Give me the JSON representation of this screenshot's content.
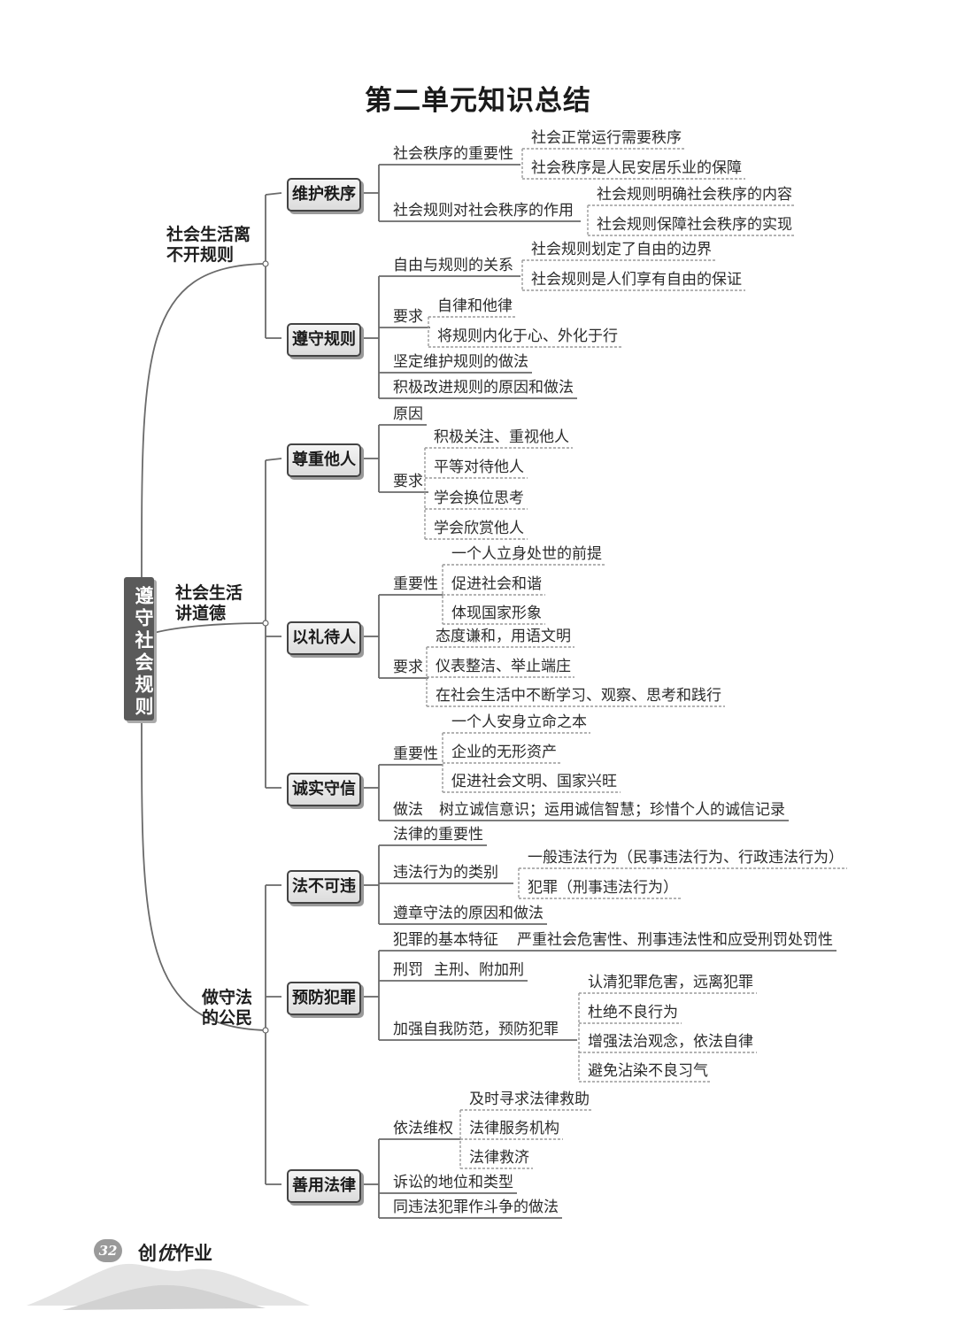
{
  "title": "第二单元知识总结",
  "root": "遵守社会规则",
  "sections": {
    "s1": "社会生活离\n不开规则",
    "s2": "社会生活\n讲道德",
    "s3": "做守法\n的公民"
  },
  "topics": {
    "t1": "维护秩序",
    "t2": "遵守规则",
    "t3": "尊重他人",
    "t4": "以礼待人",
    "t5": "诚实守信",
    "t6": "法不可违",
    "t7": "预防犯罪",
    "t8": "善用法律"
  },
  "labels": {
    "t1a": "社会秩序的重要性",
    "t1a1": "社会正常运行需要秩序",
    "t1a2": "社会秩序是人民安居乐业的保障",
    "t1b": "社会规则对社会秩序的作用",
    "t1b1": "社会规则明确社会秩序的内容",
    "t1b2": "社会规则保障社会秩序的实现",
    "t2a": "自由与规则的关系",
    "t2a1": "社会规则划定了自由的边界",
    "t2a2": "社会规则是人们享有自由的保证",
    "t2b": "要求",
    "t2b1": "自律和他律",
    "t2b2": "将规则内化于心、外化于行",
    "t2c": "坚定维护规则的做法",
    "t2d": "积极改进规则的原因和做法",
    "t3a": "原因",
    "t3b": "要求",
    "t3b1": "积极关注、重视他人",
    "t3b2": "平等对待他人",
    "t3b3": "学会换位思考",
    "t3b4": "学会欣赏他人",
    "t4a": "重要性",
    "t4a1": "一个人立身处世的前提",
    "t4a2": "促进社会和谐",
    "t4a3": "体现国家形象",
    "t4b": "要求",
    "t4b1": "态度谦和，用语文明",
    "t4b2": "仪表整洁、举止端庄",
    "t4b3": "在社会生活中不断学习、观察、思考和践行",
    "t5a": "重要性",
    "t5a1": "一个人安身立命之本",
    "t5a2": "企业的无形资产",
    "t5a3": "促进社会文明、国家兴旺",
    "t5b": "做法",
    "t5b1": "树立诚信意识；运用诚信智慧；珍惜个人的诚信记录",
    "t6a": "法律的重要性",
    "t6b": "违法行为的类别",
    "t6b1": "一般违法行为（民事违法行为、行政违法行为）",
    "t6b2": "犯罪（刑事违法行为）",
    "t6c": "遵章守法的原因和做法",
    "t7a": "犯罪的基本特征",
    "t7a1": "严重社会危害性、刑事违法性和应受刑罚处罚性",
    "t7b": "刑罚",
    "t7b1": "主刑、附加刑",
    "t7c": "加强自我防范，预防犯罪",
    "t7c1": "认清犯罪危害，远离犯罪",
    "t7c2": "杜绝不良行为",
    "t7c3": "增强法治观念，依法自律",
    "t7c4": "避免沾染不良习气",
    "t8a": "依法维权",
    "t8a1": "及时寻求法律救助",
    "t8a2": "法律服务机构",
    "t8a3": "法律救济",
    "t8b": "诉讼的地位和类型",
    "t8c": "同违法犯罪作斗争的做法"
  },
  "footer": {
    "page_number": "32",
    "brand_prefix": "创",
    "brand_italic": "优",
    "brand_suffix": "作业"
  }
}
